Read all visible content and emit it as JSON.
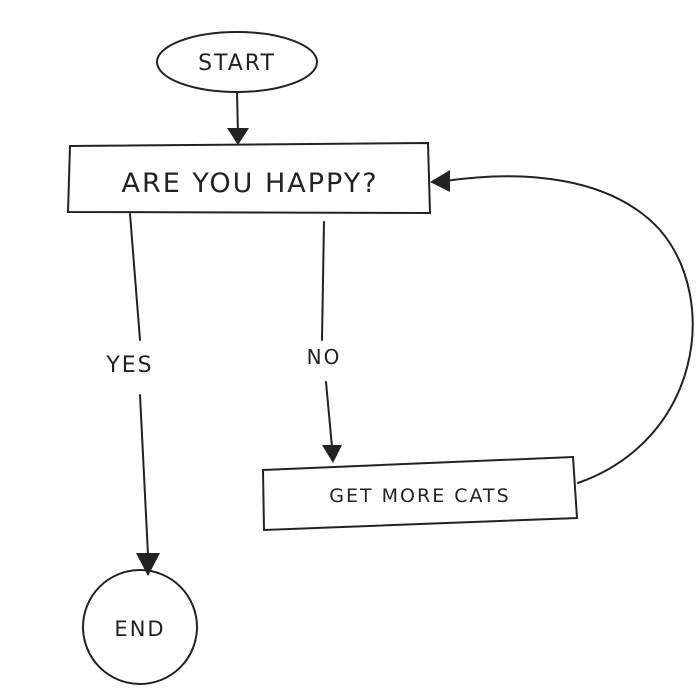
{
  "nodes": {
    "start": "START",
    "question": "ARE YOU HAPPY?",
    "action": "GET MORE CATS",
    "end": "END"
  },
  "edges": {
    "yes": "YES",
    "no": "NO"
  }
}
